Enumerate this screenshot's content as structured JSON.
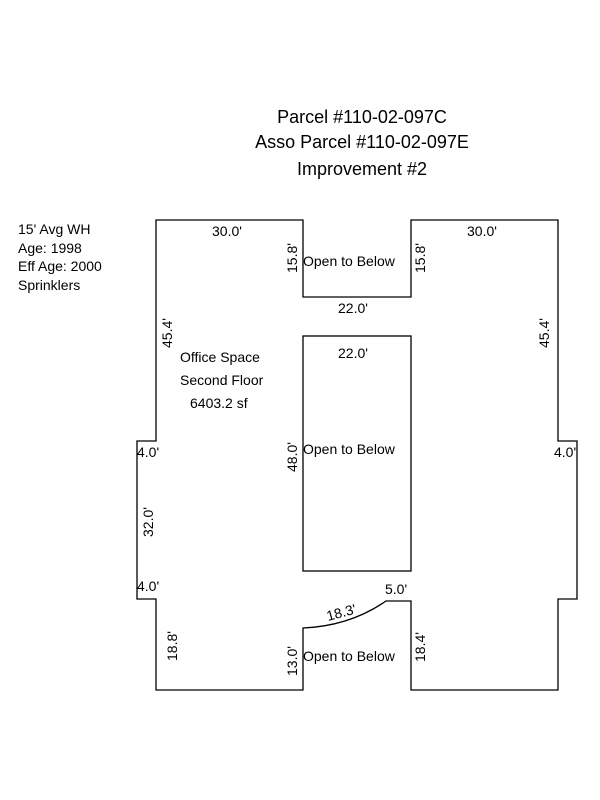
{
  "header": {
    "parcel": "Parcel #110-02-097C",
    "asso_parcel": "Asso Parcel #110-02-097E",
    "improvement": "Improvement #2"
  },
  "notes": [
    "15' Avg WH",
    "Age: 1998",
    "Eff Age: 2000",
    "Sprinklers"
  ],
  "area": {
    "name_line1": "Office Space",
    "name_line2": "Second Floor",
    "size": "6403.2 sf"
  },
  "openings": {
    "top": "Open to Below",
    "middle": "Open to Below",
    "bottom": "Open to Below"
  },
  "dimensions": {
    "top_left": "30.0'",
    "top_right": "30.0'",
    "top_notch_left": "15.8'",
    "top_notch_right": "15.8'",
    "top_notch_bottom": "22.0'",
    "middle_top": "22.0'",
    "middle_side": "48.0'",
    "left_upper": "45.4'",
    "right_upper": "45.4'",
    "left_bump_top": "4.0'",
    "left_bump_side": "32.0'",
    "left_bump_bottom": "4.0'",
    "right_bump": "4.0'",
    "left_lower": "18.8'",
    "bottom_notch_left": "13.0'",
    "bottom_arc": "18.3'",
    "bottom_notch_top": "5.0'",
    "bottom_notch_right": "18.4'"
  }
}
